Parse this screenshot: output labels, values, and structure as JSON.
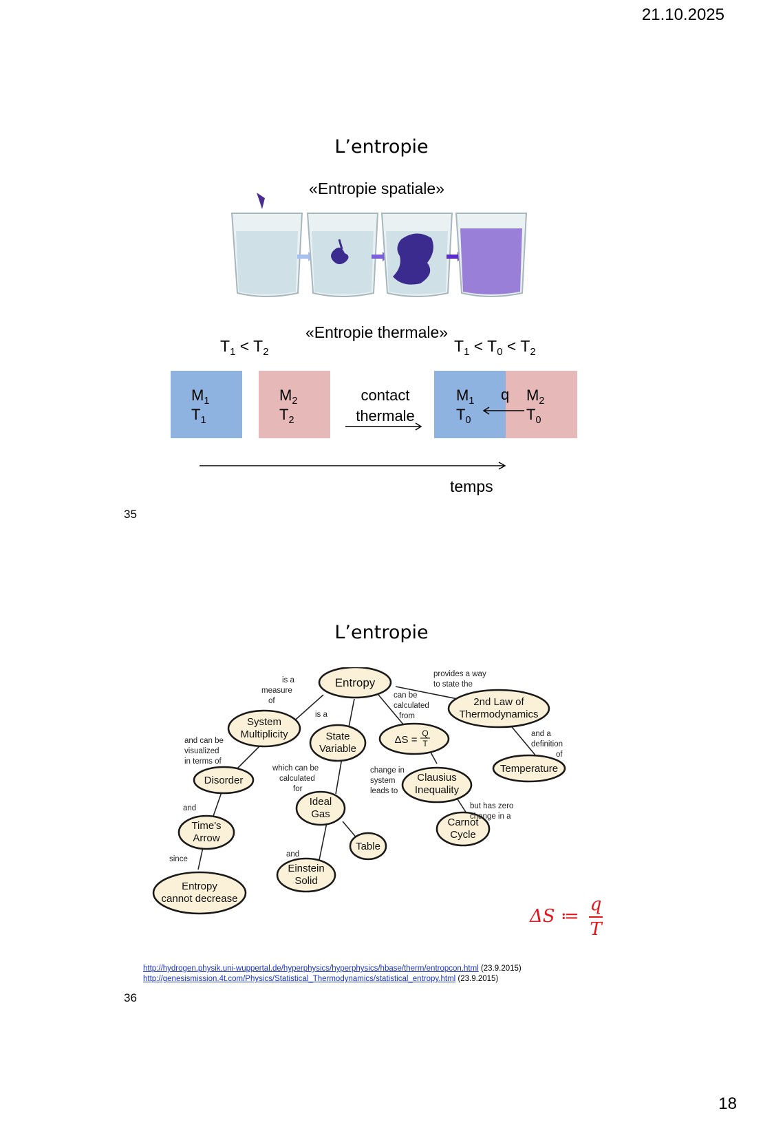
{
  "header": {
    "date": "21.10.2025"
  },
  "footer": {
    "page_number": "18"
  },
  "slide1": {
    "title": "L’entropie",
    "spatial_label": "«Entropie spatiale»",
    "thermal_label": "«Entropie thermale»",
    "cond_left": {
      "a": "T",
      "a_sub": "1",
      "op": " < ",
      "b": "T",
      "b_sub": "2"
    },
    "cond_right": {
      "a": "T",
      "a_sub": "1",
      "op1": " < ",
      "b": "T",
      "b_sub": "0",
      "op2": " < ",
      "c": "T",
      "c_sub": "2"
    },
    "box1": {
      "m": "M",
      "m_sub": "1",
      "t": "T",
      "t_sub": "1"
    },
    "box2": {
      "m": "M",
      "m_sub": "2",
      "t": "T",
      "t_sub": "2"
    },
    "contact_line1": "contact",
    "contact_line2": "thermale",
    "box3": {
      "m": "M",
      "m_sub": "1",
      "t": "T",
      "t_sub": "0"
    },
    "box4": {
      "m": "M",
      "m_sub": "2",
      "t": "T",
      "t_sub": "0"
    },
    "heat_label": "q",
    "time_label": "temps",
    "number": "35",
    "colors": {
      "blue_box": "#8fb3e0",
      "pink_box": "#e6b8b8",
      "water": "#d7e8ee",
      "dye": "#3b2b8f",
      "mixed": "#9a7fd8"
    }
  },
  "slide2": {
    "title": "L’entropie",
    "concept_map": {
      "nodes": {
        "entropy": "Entropy",
        "system_multiplicity": [
          "System",
          "Multiplicity"
        ],
        "state_variable": [
          "State",
          "Variable"
        ],
        "delta_s": {
          "lhs": "ΔS =",
          "num": "Q",
          "den": "T"
        },
        "second_law": [
          "2nd Law of",
          "Thermodynamics"
        ],
        "disorder": "Disorder",
        "temperature": "Temperature",
        "clausius": [
          "Clausius",
          "Inequality"
        ],
        "ideal_gas": [
          "Ideal",
          "Gas"
        ],
        "times_arrow": [
          "Time's",
          "Arrow"
        ],
        "carnot": [
          "Carnot",
          "Cycle"
        ],
        "table": "Table",
        "einstein": [
          "Einstein",
          "Solid"
        ],
        "entropy_cannot_decrease": [
          "Entropy",
          "cannot decrease"
        ]
      },
      "links": {
        "is_a_measure_of": [
          "is a",
          "measure",
          "of"
        ],
        "is_a": "is a",
        "can_be_calculated_from": [
          "can be",
          "calculated",
          "from"
        ],
        "provides_a_way": [
          "provides a way",
          "to state the"
        ],
        "and_a_definition_of": [
          "and a",
          "definition",
          "of"
        ],
        "and_can_be_visualized": [
          "and can be",
          "visualized",
          "in terms of"
        ],
        "which_can_be_calculated_for": [
          "which can be",
          "calculated",
          "for"
        ],
        "change_in_system": [
          "change in",
          "system",
          "leads to"
        ],
        "but_has_zero": [
          "but has zero",
          "change in a"
        ],
        "and_1": "and",
        "and_2": "and",
        "since": "since"
      }
    },
    "formula": {
      "lhs": "ΔS ≔",
      "num": "q",
      "den": "T"
    },
    "references": [
      {
        "url": "http://hydrogen.physik.uni-wuppertal.de/hyperphysics/hyperphysics/hbase/therm/entropcon.html",
        "date": " (23.9.2015)"
      },
      {
        "url": "http://genesismission.4t.com/Physics/Statistical_Thermodynamics/statistical_entropy.html",
        "date": " (23.9.2015)"
      }
    ],
    "number": "36",
    "colors": {
      "node_fill": "#fbf0d8",
      "node_stroke": "#1a1a1a",
      "formula": "#e4141a"
    }
  }
}
